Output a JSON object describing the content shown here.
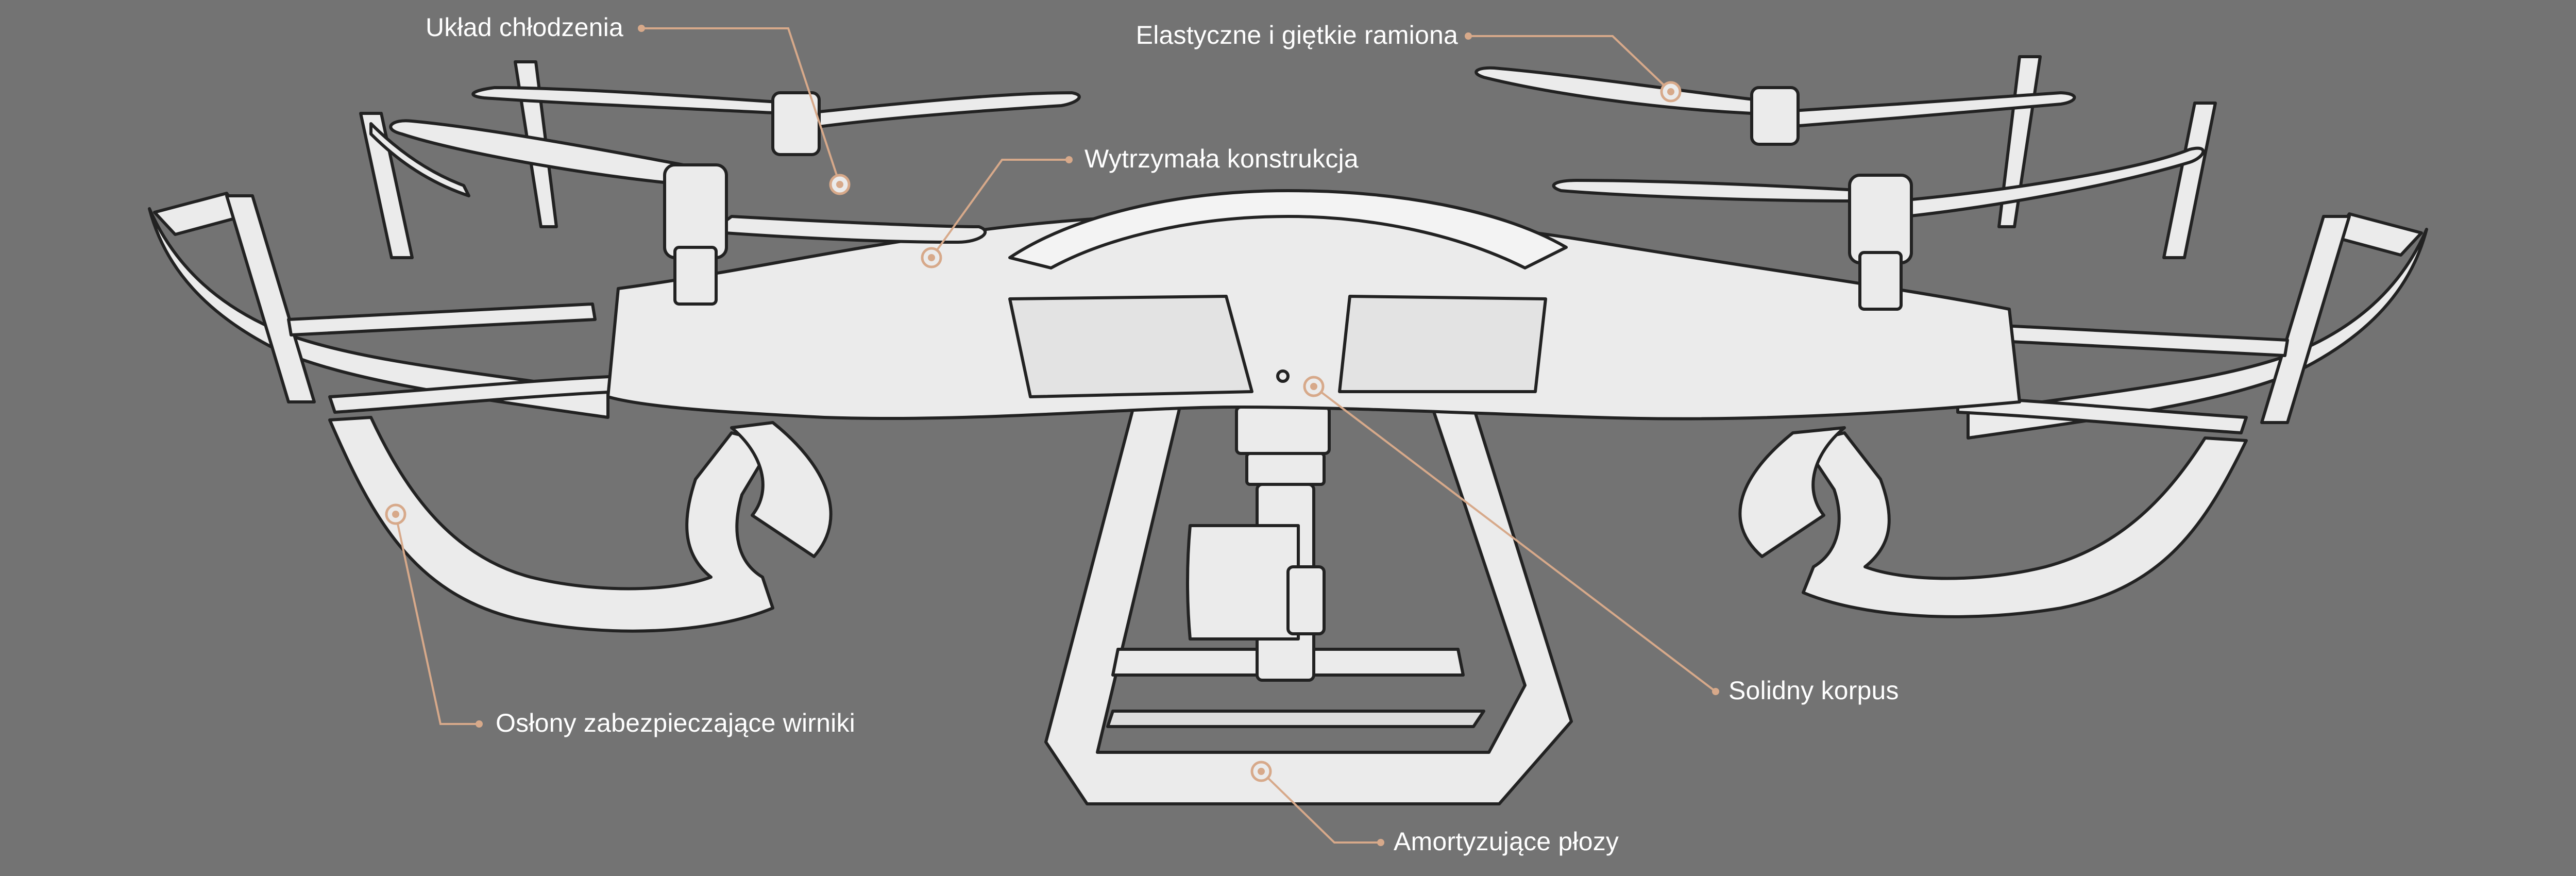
{
  "diagram": {
    "background_color": "#737373",
    "line_color": "#222222",
    "fill_color": "#ebebeb",
    "accent_color": "#d7a98a",
    "callouts": [
      {
        "id": "cooling",
        "text": "Układ chłodzenia"
      },
      {
        "id": "arms",
        "text": "Elastyczne i giętkie ramiona"
      },
      {
        "id": "construction",
        "text": "Wytrzymała konstrukcja"
      },
      {
        "id": "body",
        "text": "Solidny korpus"
      },
      {
        "id": "guards",
        "text": "Osłony zabezpieczające wirniki"
      },
      {
        "id": "skids",
        "text": "Amortyzujące płozy"
      }
    ]
  }
}
